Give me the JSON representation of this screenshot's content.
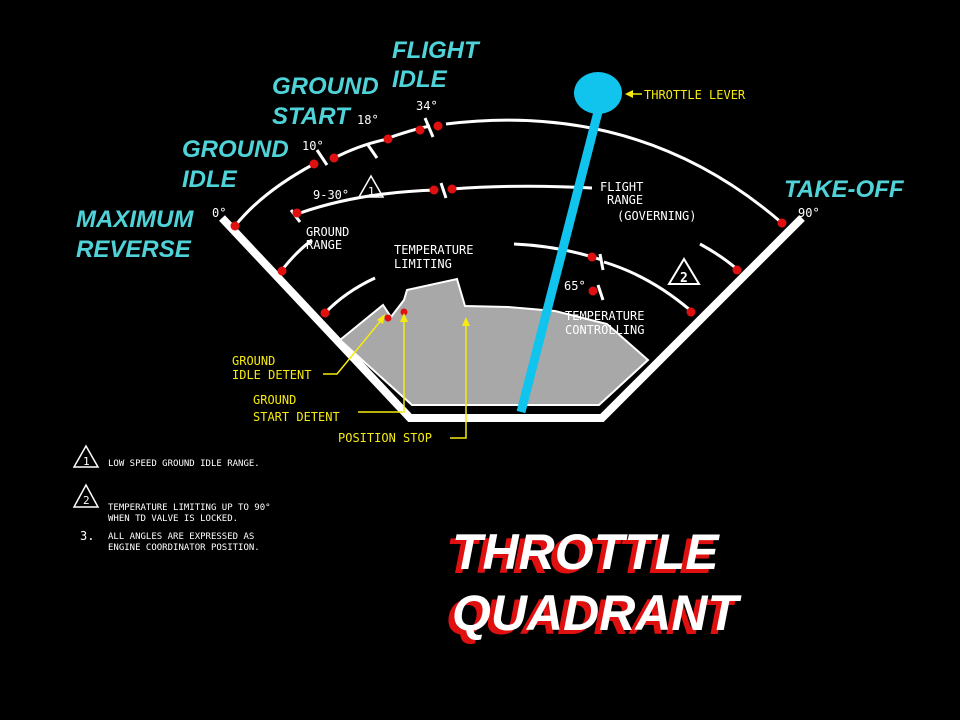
{
  "positions": {
    "maximum_reverse": [
      "MAXIMUM",
      "REVERSE"
    ],
    "ground_idle": [
      "GROUND",
      "IDLE"
    ],
    "ground_start": [
      "GROUND",
      "START"
    ],
    "flight_idle": [
      "FLIGHT",
      "IDLE"
    ],
    "take_off": "TAKE-OFF"
  },
  "angles": {
    "a0": "0°",
    "a10": "10°",
    "a18": "18°",
    "a34": "34°",
    "a90": "90°",
    "a9_30": "9-30°",
    "a65": "65°"
  },
  "ranges": {
    "ground_range": [
      "GROUND",
      "RANGE"
    ],
    "flight_range": [
      "FLIGHT",
      "RANGE",
      "(GOVERNING)"
    ],
    "temperature_limiting": [
      "TEMPERATURE",
      "LIMITING"
    ],
    "temperature_controlling": [
      "TEMPERATURE",
      "CONTROLLING"
    ]
  },
  "callouts": {
    "throttle_lever": "THROTTLE LEVER",
    "ground_idle_detent": [
      "GROUND",
      "IDLE DETENT"
    ],
    "ground_start_detent": [
      "GROUND",
      "START DETENT"
    ],
    "position_stop": "POSITION STOP"
  },
  "markers": {
    "m1": "1",
    "m2": "2"
  },
  "notes": [
    {
      "marker": "1",
      "lines": [
        "LOW SPEED GROUND IDLE RANGE."
      ]
    },
    {
      "marker": "2",
      "lines": [
        "TEMPERATURE LIMITING UP TO 90°",
        "WHEN TD VALVE IS LOCKED."
      ]
    },
    {
      "marker": "3.",
      "lines": [
        "ALL ANGLES ARE EXPRESSED AS",
        "ENGINE COORDINATOR POSITION."
      ]
    }
  ],
  "title": [
    "THROTTLE",
    "QUADRANT"
  ],
  "colors": {
    "position_labels": "#4fd3d9",
    "lever": "#11c4ee",
    "callouts": "#f6ea10",
    "range_points": "#e01010",
    "title": "#ffffff",
    "title_shadow": "#e01010",
    "quadrant_body": "#a8a8a8"
  }
}
